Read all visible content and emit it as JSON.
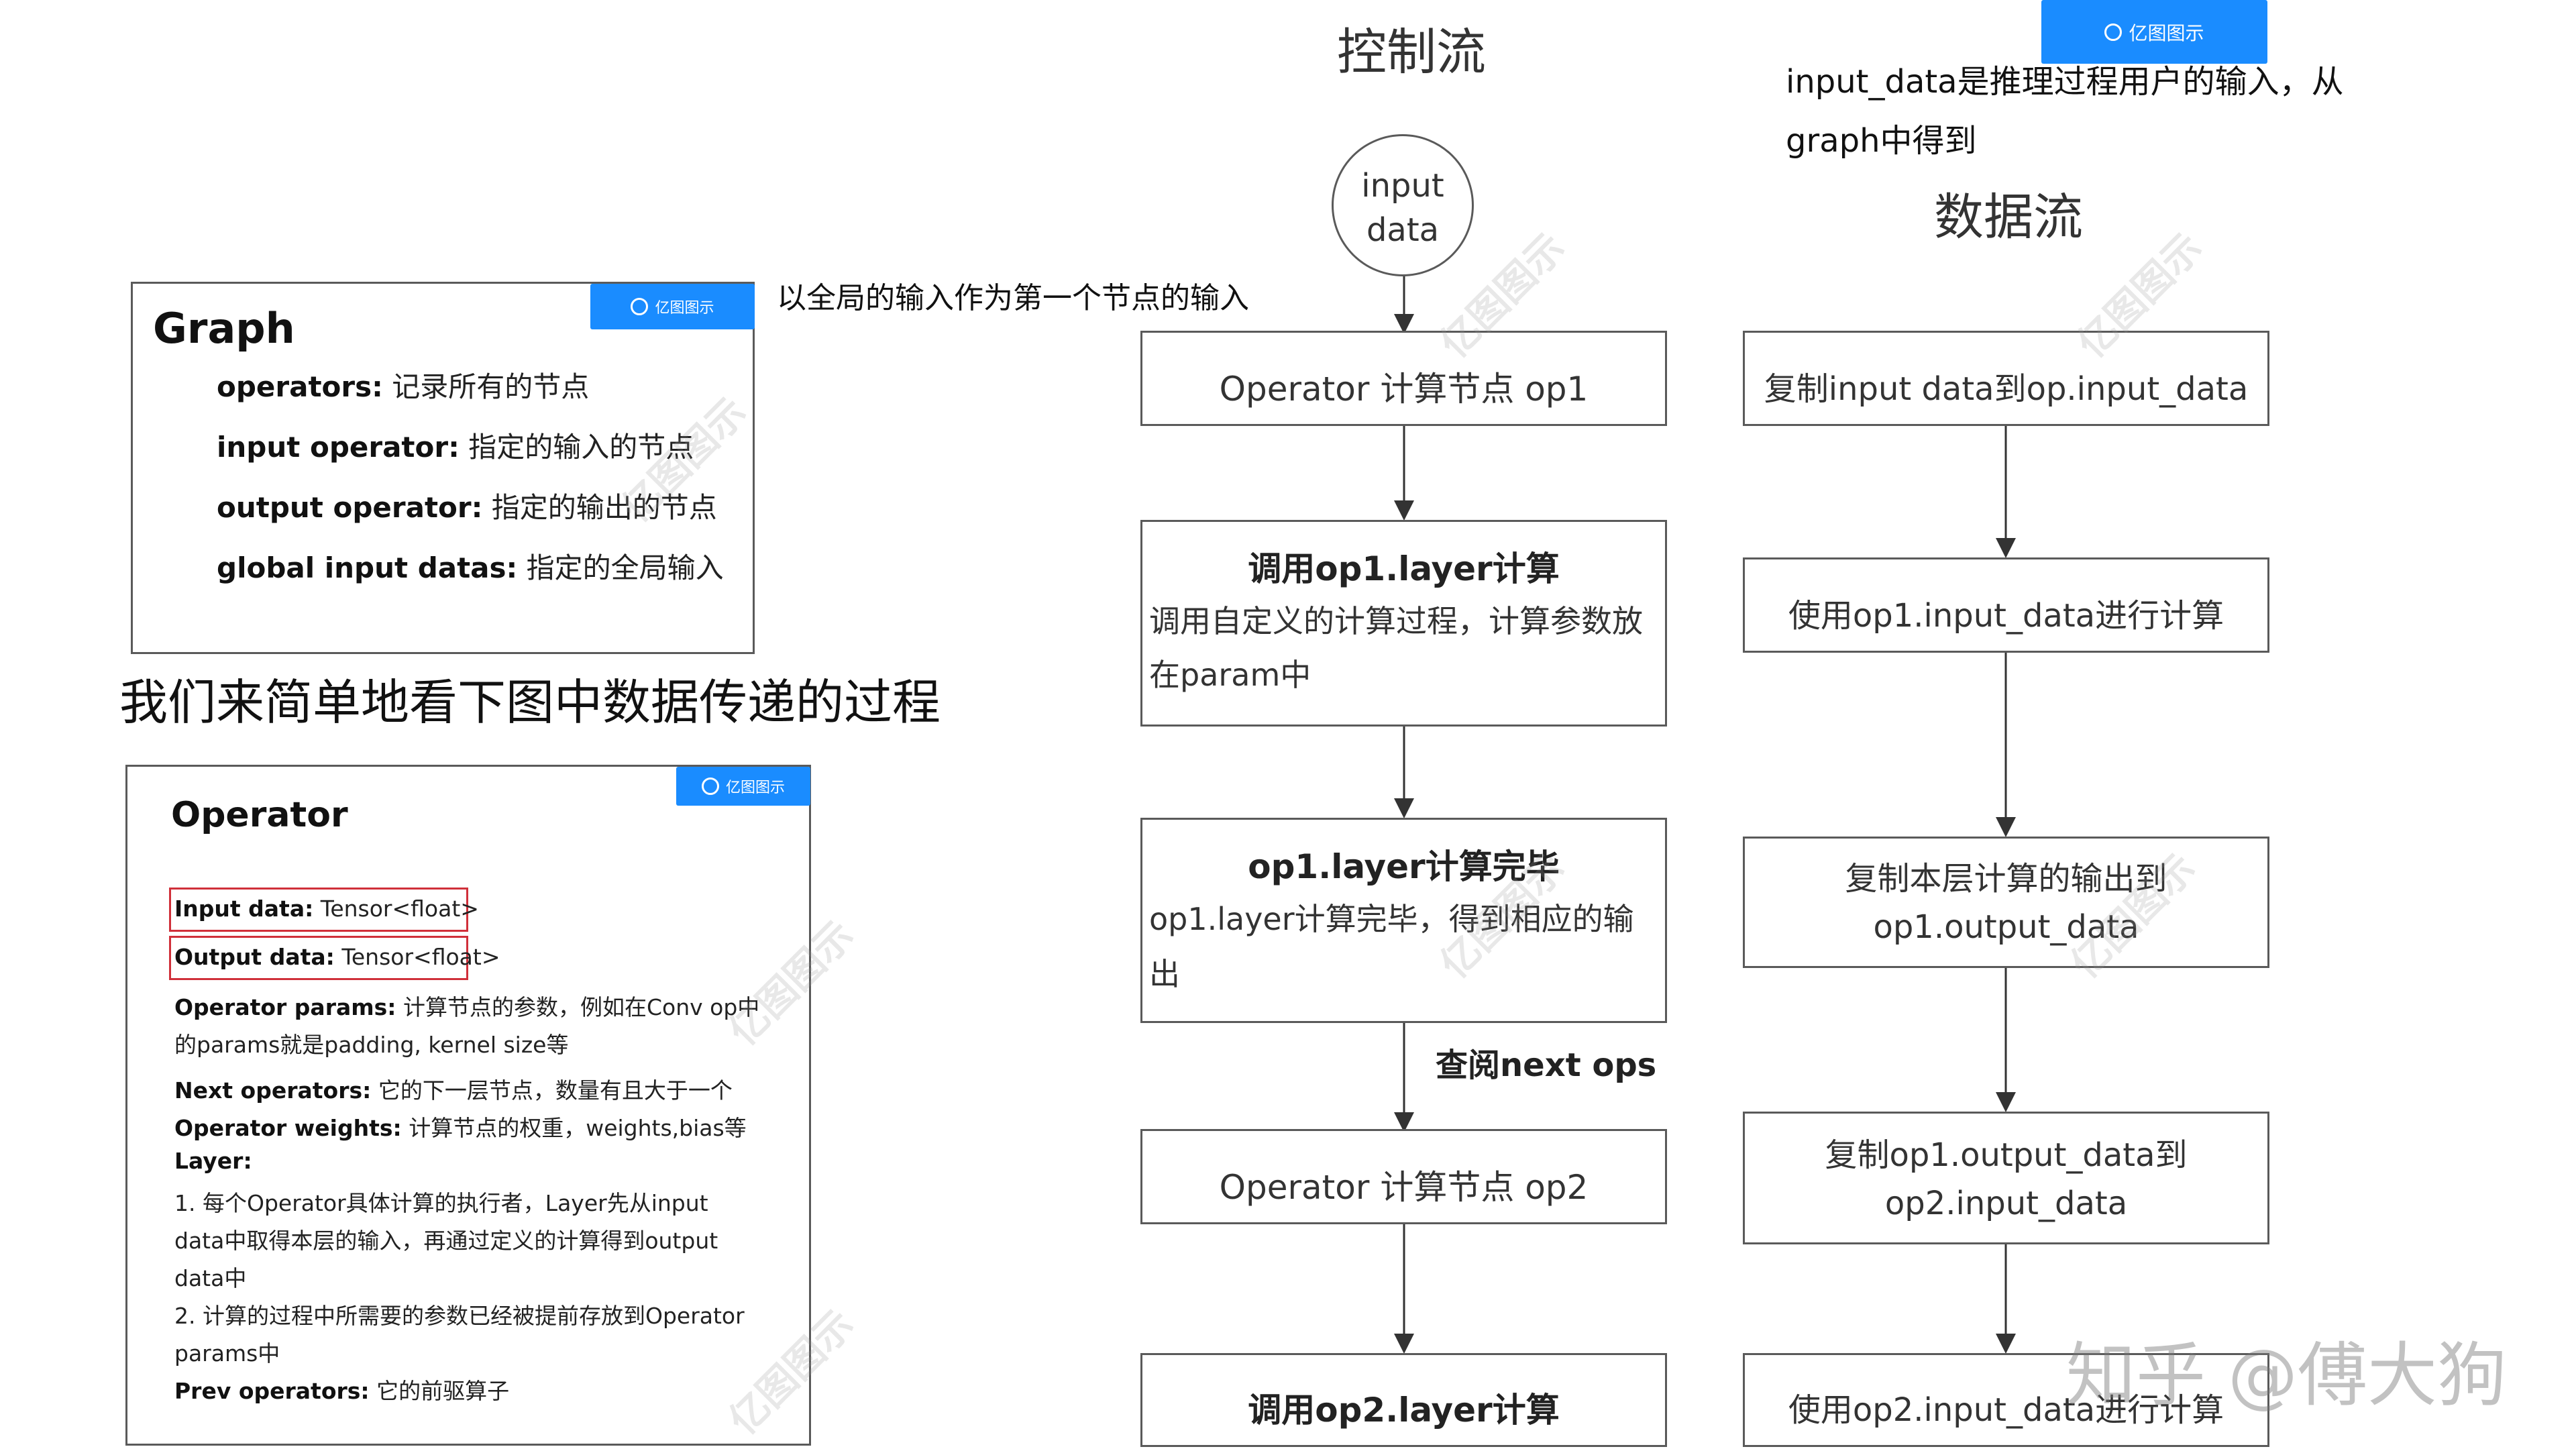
{
  "graph_panel": {
    "badge": "亿图图示",
    "title": "Graph",
    "lines": [
      {
        "key": "operators:",
        "text": " 记录所有的节点"
      },
      {
        "key": "input operator:",
        "text": " 指定的输入的节点"
      },
      {
        "key": "output operator:",
        "text": " 指定的输出的节点"
      },
      {
        "key": "global input datas:",
        "text": " 指定的全局输入"
      }
    ]
  },
  "heading": "我们来简单地看下图中数据传递的过程",
  "operator_panel": {
    "badge": "亿图图示",
    "title": "Operator",
    "input_data": {
      "key": "Input data:",
      "text": " Tensor<float>"
    },
    "output_data": {
      "key": "Output data:",
      "text": " Tensor<float>"
    },
    "params_1": {
      "key": "Operator params:",
      "text": " 计算节点的参数，例如在Conv op中"
    },
    "params_2": "的params就是padding, kernel size等",
    "next": {
      "key": "Next operators:",
      "text": " 它的下一层节点，数量有且大于一个"
    },
    "weights": {
      "key": "Operator weights:",
      "text": " 计算节点的权重，weights,bias等"
    },
    "layer_label": "Layer:",
    "layer_1": "1. 每个Operator具体计算的执行者，Layer先从input",
    "layer_2": "data中取得本层的输入，再通过定义的计算得到output",
    "layer_3": "data中",
    "layer_4": "2. 计算的过程中所需要的参数已经被提前存放到Operator",
    "layer_5": "params中",
    "prev": {
      "key": "Prev operators:",
      "text": " 它的前驱算子"
    }
  },
  "control_flow": {
    "title": "控制流",
    "input_circle_1": "input",
    "input_circle_2": "data",
    "side_note": "以全局的输入作为第一个节点的输入",
    "op1": "Operator 计算节点 op1",
    "layer_call_title": "调用op1.layer计算",
    "layer_call_1": "调用自定义的计算过程，计算参数放",
    "layer_call_2": "在param中",
    "layer_done_title": "op1.layer计算完毕",
    "layer_done_1": "op1.layer计算完毕，得到相应的输",
    "layer_done_2": "出",
    "next_ops": "查阅next ops",
    "op2": "Operator 计算节点 op2",
    "op2_call": "调用op2.layer计算"
  },
  "data_flow": {
    "badge": "亿图图示",
    "note_1": "input_data是推理过程用户的输入，从",
    "note_2": "graph中得到",
    "title": "数据流",
    "copy_input": "复制input data到op.input_data",
    "use_op1": "使用op1.input_data进行计算",
    "copy_output_1": "复制本层计算的输出到",
    "copy_output_2": "op1.output_data",
    "copy_op2_1": "复制op1.output_data到",
    "copy_op2_2": "op2.input_data",
    "use_op2": "使用op2.input_data进行计算"
  },
  "watermark": "亿图图示",
  "zhihu": "知乎 @傅大狗"
}
